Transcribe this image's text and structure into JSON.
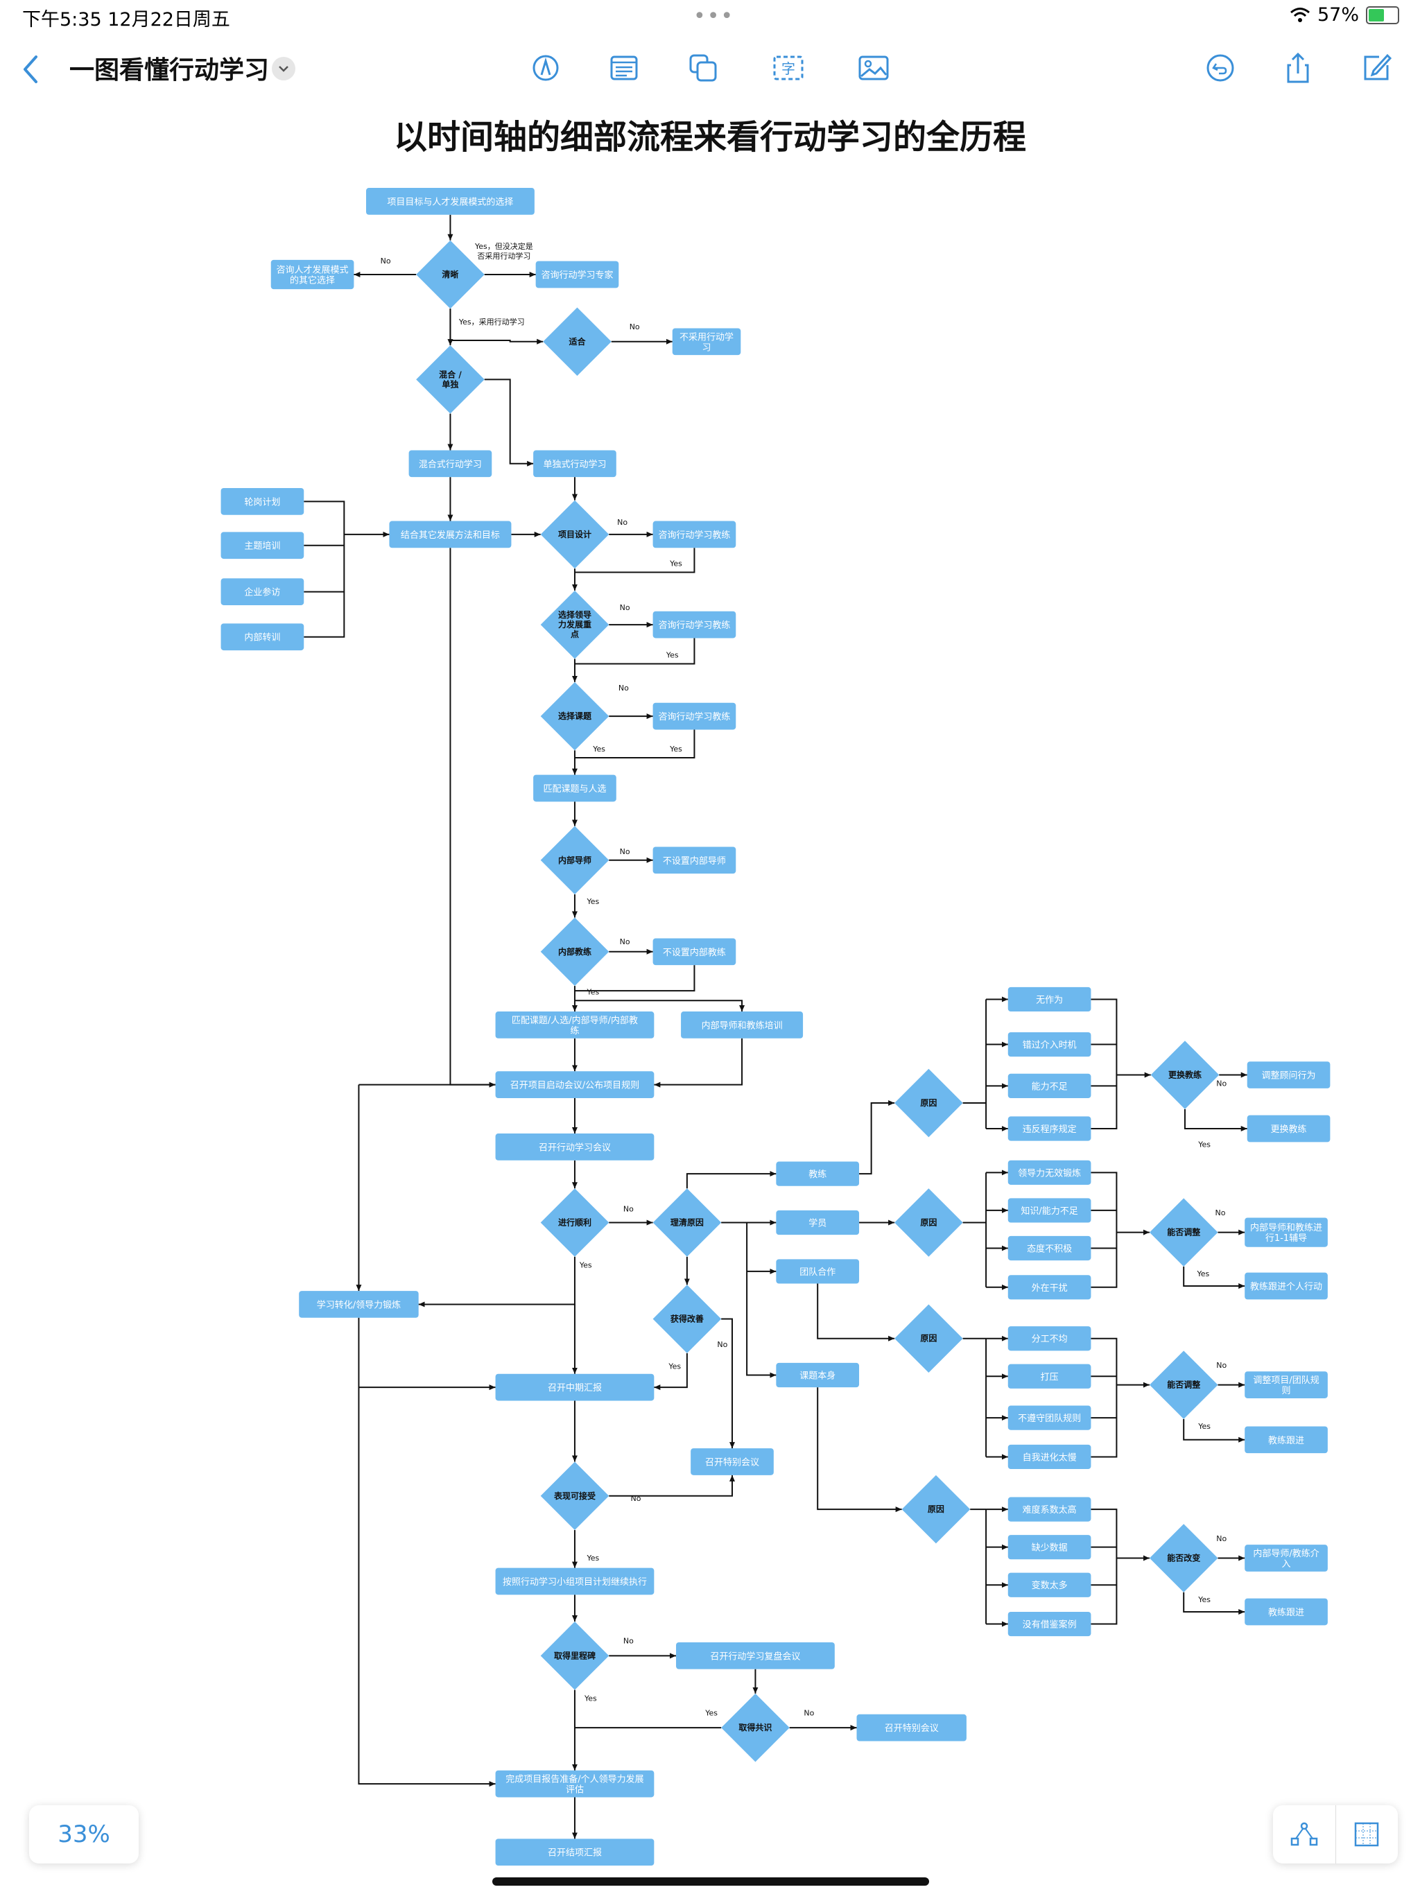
{
  "status": {
    "time": "下午5:35   12月22日周五",
    "dots": "•••",
    "battery": "57%"
  },
  "toolbar": {
    "title": "一图看懂行动学习",
    "icons": [
      "back-chevron-icon",
      "title-dropdown-icon",
      "pen-icon",
      "text-block-icon",
      "shapes-icon",
      "text-box-icon",
      "image-icon",
      "undo-icon",
      "share-icon",
      "edit-icon"
    ]
  },
  "canvas": {
    "title": "以时间轴的细部流程来看行动学习的全历程"
  },
  "flow": {
    "boxes": {
      "b1": "项目目标与人才发展模式的选择",
      "b2": "咨询人才发展模式的其它选择",
      "b3": "咨询行动学习专家",
      "b4": "不采用行动学习",
      "b5": "混合式行动学习",
      "b6": "单独式行动学习",
      "b7": "轮岗计划",
      "b8": "主题培训",
      "b9": "企业参访",
      "b10": "内部转训",
      "b11": "结合其它发展方法和目标",
      "b12": "咨询行动学习教练",
      "b13": "咨询行动学习教练",
      "b14": "咨询行动学习教练",
      "b15": "匹配课题与人选",
      "b16": "不设置内部导师",
      "b17": "不设置内部教练",
      "b18": "匹配课题/人选/内部导师/内部教练",
      "b19": "内部导师和教练培训",
      "b20": "召开项目启动会议/公布项目规则",
      "b21": "召开行动学习会议",
      "b22": "学习转化/领导力锻炼",
      "b23": "召开中期汇报",
      "b24": "召开特别会议",
      "b25": "按照行动学习小组项目计划继续执行",
      "b26": "召开行动学习复盘会议",
      "b27": "召开特别会议",
      "b28": "完成项目报告准备/个人领导力发展评估",
      "b29": "召开结项汇报",
      "b30": "教练",
      "b31": "学员",
      "b32": "团队合作",
      "b33": "课题本身",
      "b34": "无作为",
      "b35": "错过介入时机",
      "b36": "能力不足",
      "b37": "违反程序规定",
      "b38": "调整顾问行为",
      "b39": "更换教练",
      "b40": "领导力无效锻炼",
      "b41": "知识/能力不足",
      "b42": "态度不积极",
      "b43": "外在干扰",
      "b44": "内部导师和教练进行1-1辅导",
      "b45": "教练跟进个人行动",
      "b46": "分工不均",
      "b47": "打压",
      "b48": "不遵守团队规则",
      "b49": "自我进化太慢",
      "b50": "调整项目/团队规则",
      "b51": "教练跟进",
      "b52": "难度系数太高",
      "b53": "缺少数据",
      "b54": "变数太多",
      "b55": "没有借鉴案例",
      "b56": "内部导师/教练介入",
      "b57": "教练跟进"
    },
    "diamonds": {
      "d1": "清晰",
      "d2": "适合",
      "d3": "混合 / 单独",
      "d4": "项目设计",
      "d5": "选择领导力发展重点",
      "d6": "选择课题",
      "d7": "内部导师",
      "d8": "内部教练",
      "d9": "进行顺利",
      "d10": "理清原因",
      "d11": "获得改善",
      "d12": "表现可接受",
      "d13": "取得里程碑",
      "d14": "取得共识",
      "d15": "原因",
      "d16": "原因",
      "d17": "原因",
      "d18": "原因",
      "d19": "更换教练",
      "d20": "能否调整",
      "d21": "能否调整",
      "d22": "能否改变"
    },
    "labels": {
      "l1": "No",
      "l2": "Yes，但没决定是",
      "l2b": "否采用行动学习",
      "l3": "Yes，采用行动学习",
      "l4": "No",
      "l5": "No",
      "l6": "Yes",
      "l7": "No",
      "l8": "Yes",
      "l9": "No",
      "l10": "Yes",
      "l11": "Yes",
      "l12": "No",
      "l13": "Yes",
      "l14": "No",
      "l15": "Yes",
      "l16": "No",
      "l17": "Yes",
      "l18": "Yes",
      "l19": "No",
      "l20": "No",
      "l21": "Yes",
      "l22": "No",
      "l23": "Yes",
      "l24": "Yes",
      "l25": "No",
      "l26": "No",
      "l27": "Yes",
      "l28": "No",
      "l29": "Yes",
      "l30": "No",
      "l31": "Yes",
      "l32": "No",
      "l33": "Yes"
    }
  },
  "bottom": {
    "zoom": "33%",
    "icons": [
      "shape-connect-icon",
      "grid-icon"
    ]
  },
  "colors": {
    "node": "#6db8ee",
    "accent": "#3a8fd8"
  }
}
